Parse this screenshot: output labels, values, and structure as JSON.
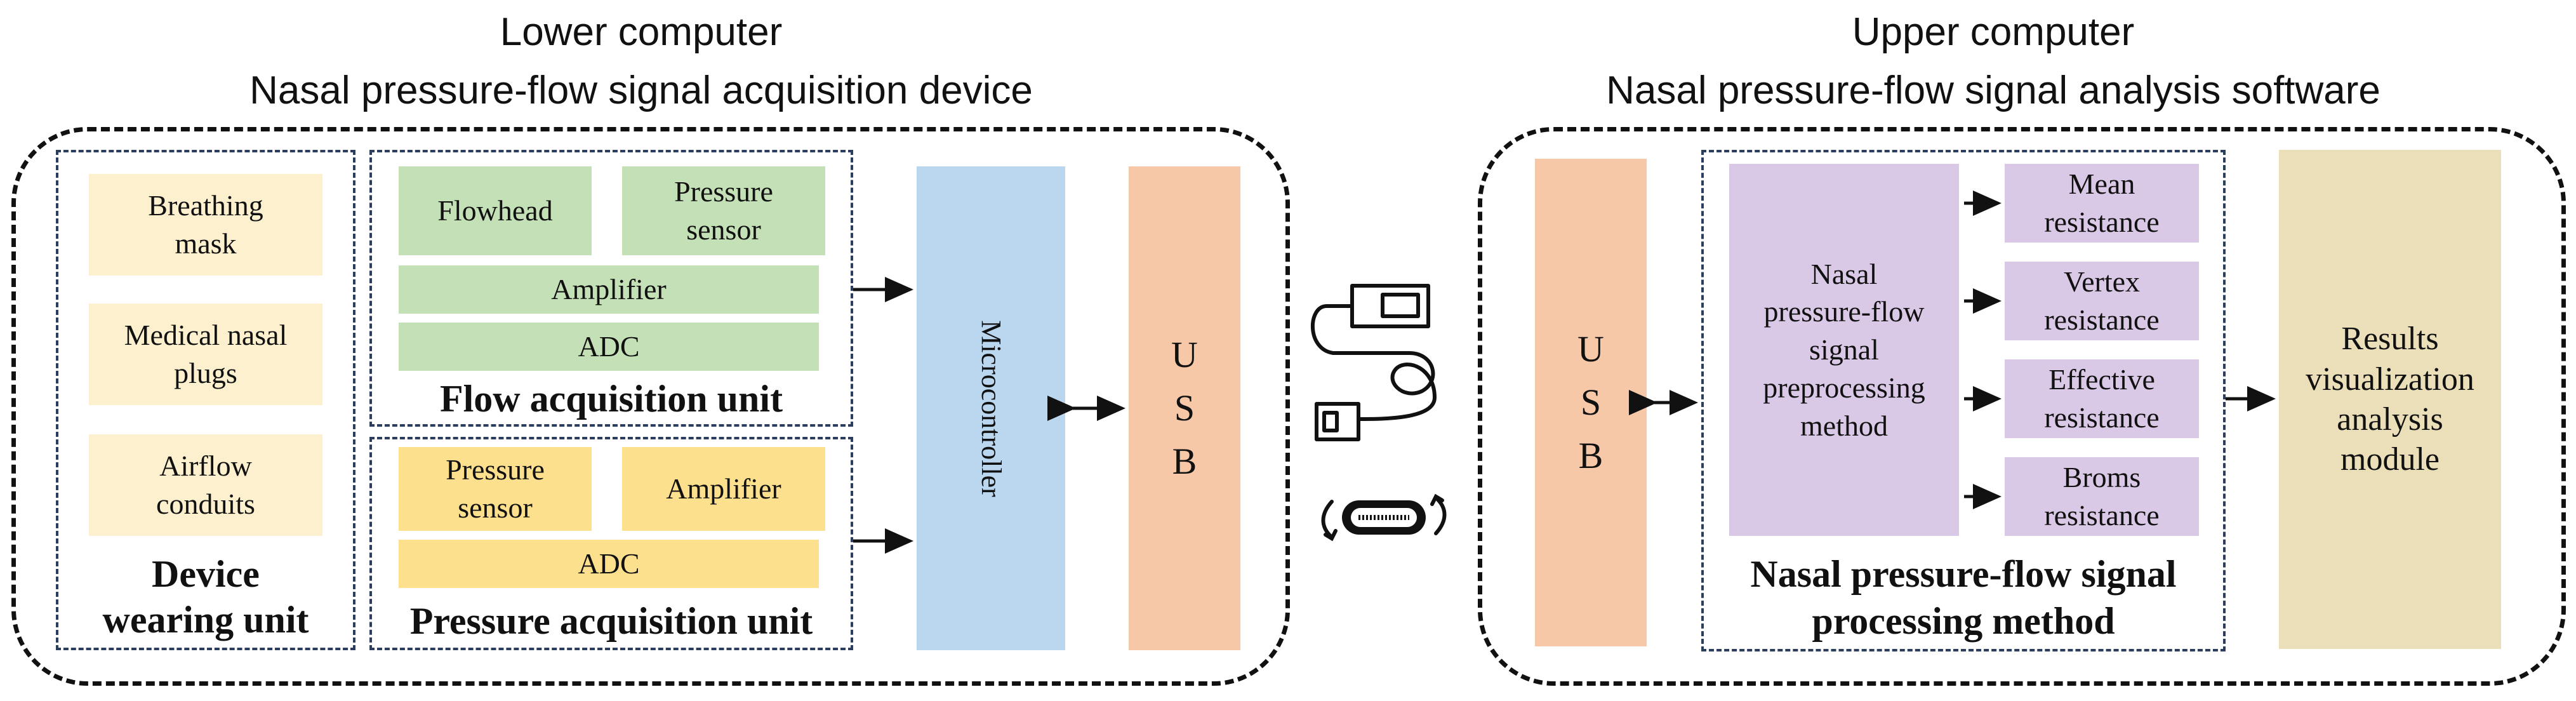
{
  "lower": {
    "title_line1": "Lower computer",
    "title_line2": "Nasal pressure-flow signal acquisition device",
    "wearing_unit": {
      "items": [
        "Breathing mask",
        "Medical nasal plugs",
        "Airflow conduits"
      ],
      "label_line1": "Device",
      "label_line2": "wearing unit"
    },
    "flow_unit": {
      "flowhead": "Flowhead",
      "pressure_sensor": "Pressure sensor",
      "amplifier": "Amplifier",
      "adc": "ADC",
      "label": "Flow acquisition unit"
    },
    "pressure_unit": {
      "pressure_sensor": "Pressure sensor",
      "amplifier": "Amplifier",
      "adc": "ADC",
      "label": "Pressure acquisition unit"
    },
    "microcontroller": "Microcontroller",
    "usb": "USB"
  },
  "upper": {
    "title_line1": "Upper computer",
    "title_line2": "Nasal pressure-flow signal analysis software",
    "usb": "USB",
    "preprocessing": "Nasal pressure-flow signal preprocessing method",
    "resistances": [
      "Mean resistance",
      "Vertex resistance",
      "Effective resistance",
      "Broms resistance"
    ],
    "processing_label_line1": "Nasal pressure-flow signal",
    "processing_label_line2": "processing method",
    "results": "Results visualization analysis module"
  },
  "colors": {
    "wearing": "#fdf0cf",
    "flow": "#c4e0b6",
    "pressure": "#fde08d",
    "microcontroller": "#bad7ef",
    "usb": "#f7c8a8",
    "processing": "#dac9e6",
    "results": "#eadfb9"
  },
  "icons": [
    "usb-cable-icon",
    "usb-c-port-icon"
  ]
}
